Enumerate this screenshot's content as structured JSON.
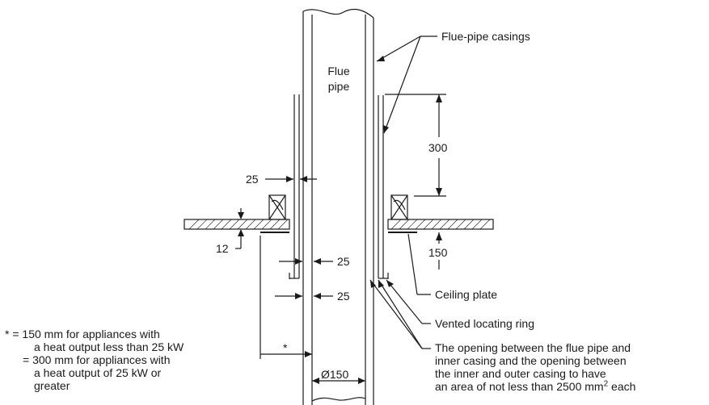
{
  "labels": {
    "flue_line1": "Flue",
    "flue_line2": "pipe",
    "casings": "Flue-pipe casings",
    "ceiling_plate": "Ceiling plate",
    "vented_ring": "Vented locating ring",
    "opening_l1": "The opening between the flue pipe and",
    "opening_l2": "inner casing and the opening between",
    "opening_l3": "the inner and outer casing to have",
    "opening_l4a": "an area of not less than 2500 mm",
    "opening_sup": "2",
    "opening_l4b": " each"
  },
  "dimensions": {
    "d300": "300",
    "d150": "150",
    "d25_top": "25",
    "d12": "12",
    "d25_mid": "25",
    "d25_low": "25",
    "dia": "Ø150",
    "star": "*"
  },
  "footnote": {
    "l1": "* = 150 mm for appliances with",
    "l2": "a heat output less than 25 kW",
    "l3": "= 300 mm for appliances with",
    "l4": "a heat output of 25 kW or",
    "l5": "greater"
  },
  "colors": {
    "line": "#1a1a1a",
    "background": "#ffffff"
  }
}
